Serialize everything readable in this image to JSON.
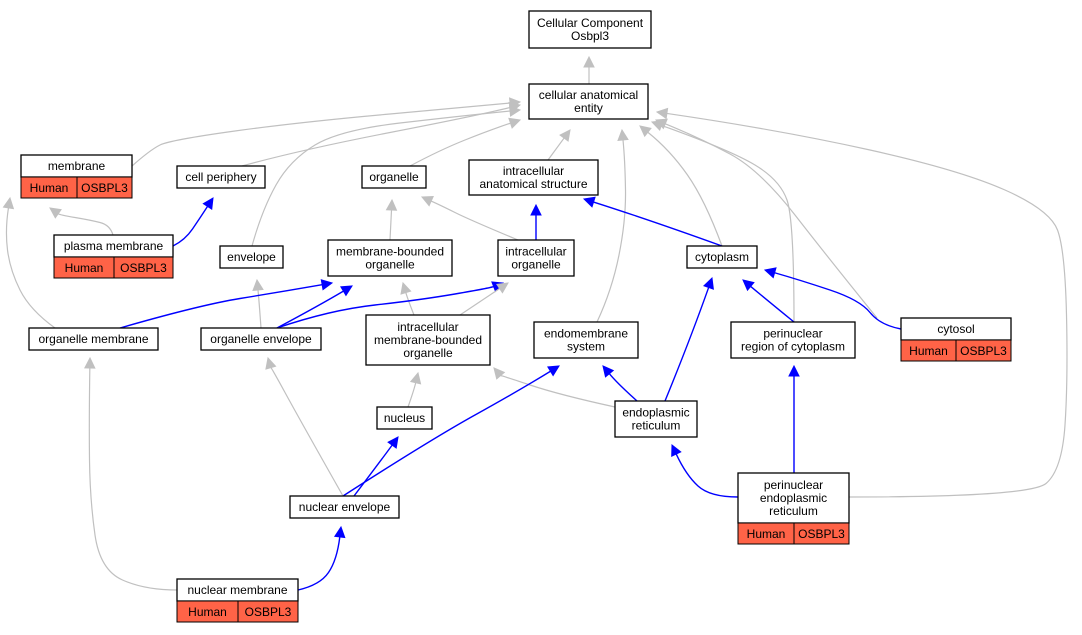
{
  "colors": {
    "annotation_fill": "#ff6347",
    "is_a_edge": "#c0c0c0",
    "part_of_edge": "#0000ff",
    "node_fill": "#ffffff",
    "node_border": "#000000"
  },
  "nodes": {
    "root": {
      "lines": [
        "Cellular Component",
        "Osbpl3"
      ]
    },
    "cae": {
      "lines": [
        "cellular anatomical",
        "entity"
      ]
    },
    "membrane": {
      "lines": [
        "membrane"
      ],
      "annotation": {
        "species": "Human",
        "gene": "OSBPL3"
      }
    },
    "cellperiph": {
      "lines": [
        "cell periphery"
      ]
    },
    "organelle": {
      "lines": [
        "organelle"
      ]
    },
    "ias": {
      "lines": [
        "intracellular",
        "anatomical structure"
      ]
    },
    "plasma": {
      "lines": [
        "plasma membrane"
      ],
      "annotation": {
        "species": "Human",
        "gene": "OSBPL3"
      }
    },
    "envelope": {
      "lines": [
        "envelope"
      ]
    },
    "mbo": {
      "lines": [
        "membrane-bounded",
        "organelle"
      ]
    },
    "io": {
      "lines": [
        "intracellular",
        "organelle"
      ]
    },
    "cytoplasm": {
      "lines": [
        "cytoplasm"
      ]
    },
    "orgmem": {
      "lines": [
        "organelle membrane"
      ]
    },
    "orgenv": {
      "lines": [
        "organelle envelope"
      ]
    },
    "imbo": {
      "lines": [
        "intracellular",
        "membrane-bounded",
        "organelle"
      ]
    },
    "endomem": {
      "lines": [
        "endomembrane",
        "system"
      ]
    },
    "perireg": {
      "lines": [
        "perinuclear",
        "region of cytoplasm"
      ]
    },
    "cytosol": {
      "lines": [
        "cytosol"
      ],
      "annotation": {
        "species": "Human",
        "gene": "OSBPL3"
      }
    },
    "nucleus": {
      "lines": [
        "nucleus"
      ]
    },
    "er": {
      "lines": [
        "endoplasmic",
        "reticulum"
      ]
    },
    "nucenv": {
      "lines": [
        "nuclear envelope"
      ]
    },
    "perier": {
      "lines": [
        "perinuclear",
        "endoplasmic",
        "reticulum"
      ],
      "annotation": {
        "species": "Human",
        "gene": "OSBPL3"
      }
    },
    "nucmem": {
      "lines": [
        "nuclear membrane"
      ],
      "annotation": {
        "species": "Human",
        "gene": "OSBPL3"
      }
    }
  },
  "edges": [
    {
      "from": "cae",
      "to": "root",
      "type": "is_a"
    },
    {
      "from": "membrane",
      "to": "cae",
      "type": "is_a"
    },
    {
      "from": "cellperiph",
      "to": "cae",
      "type": "is_a"
    },
    {
      "from": "envelope",
      "to": "cae",
      "type": "is_a"
    },
    {
      "from": "organelle",
      "to": "cae",
      "type": "is_a"
    },
    {
      "from": "ias",
      "to": "cae",
      "type": "is_a"
    },
    {
      "from": "endomem",
      "to": "cae",
      "type": "is_a"
    },
    {
      "from": "cytoplasm",
      "to": "cae",
      "type": "is_a"
    },
    {
      "from": "perireg",
      "to": "cae",
      "type": "is_a"
    },
    {
      "from": "cytosol",
      "to": "cae",
      "type": "is_a"
    },
    {
      "from": "perier",
      "to": "cae",
      "type": "is_a"
    },
    {
      "from": "plasma",
      "to": "membrane",
      "type": "is_a"
    },
    {
      "from": "orgmem",
      "to": "membrane",
      "type": "is_a"
    },
    {
      "from": "plasma",
      "to": "cellperiph",
      "type": "part_of"
    },
    {
      "from": "mbo",
      "to": "organelle",
      "type": "is_a"
    },
    {
      "from": "io",
      "to": "organelle",
      "type": "is_a"
    },
    {
      "from": "io",
      "to": "ias",
      "type": "part_of"
    },
    {
      "from": "cytoplasm",
      "to": "ias",
      "type": "part_of"
    },
    {
      "from": "orgenv",
      "to": "envelope",
      "type": "is_a"
    },
    {
      "from": "orgmem",
      "to": "mbo",
      "type": "part_of"
    },
    {
      "from": "orgenv",
      "to": "mbo",
      "type": "part_of"
    },
    {
      "from": "imbo",
      "to": "mbo",
      "type": "is_a"
    },
    {
      "from": "orgenv",
      "to": "io",
      "type": "part_of"
    },
    {
      "from": "imbo",
      "to": "io",
      "type": "is_a"
    },
    {
      "from": "perireg",
      "to": "cytoplasm",
      "type": "part_of"
    },
    {
      "from": "cytosol",
      "to": "cytoplasm",
      "type": "part_of"
    },
    {
      "from": "er",
      "to": "cytoplasm",
      "type": "part_of"
    },
    {
      "from": "nucleus",
      "to": "imbo",
      "type": "is_a"
    },
    {
      "from": "er",
      "to": "imbo",
      "type": "is_a"
    },
    {
      "from": "er",
      "to": "endomem",
      "type": "part_of"
    },
    {
      "from": "nucenv",
      "to": "endomem",
      "type": "part_of"
    },
    {
      "from": "nucenv",
      "to": "orgenv",
      "type": "is_a"
    },
    {
      "from": "nucenv",
      "to": "nucleus",
      "type": "part_of"
    },
    {
      "from": "perier",
      "to": "er",
      "type": "part_of"
    },
    {
      "from": "perier",
      "to": "perireg",
      "type": "part_of"
    },
    {
      "from": "nucmem",
      "to": "nucenv",
      "type": "part_of"
    },
    {
      "from": "nucmem",
      "to": "orgmem",
      "type": "is_a"
    }
  ]
}
